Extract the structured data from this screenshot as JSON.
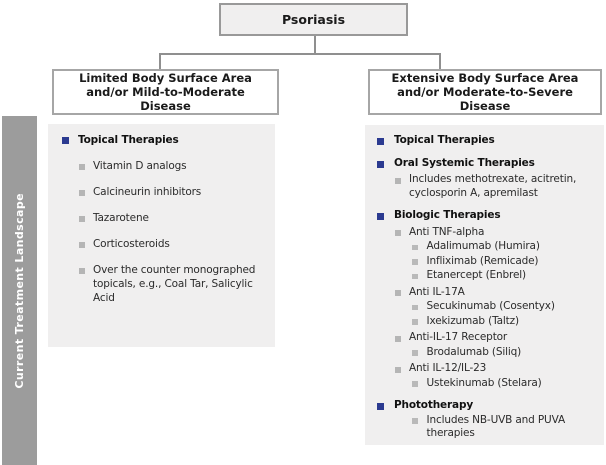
{
  "diagram_title": "Psoriasis",
  "sidebar": {
    "label": "Current Treatment Landscape"
  },
  "root": {
    "label": "Psoriasis"
  },
  "branches": [
    {
      "header_lines": [
        "Limited Body Surface Area",
        "and/or Mild-to-Moderate",
        "Disease"
      ],
      "items": [
        {
          "level": 1,
          "text": "Topical Therapies"
        },
        {
          "level": 2,
          "text": "Vitamin D analogs"
        },
        {
          "level": 2,
          "text": "Calcineurin inhibitors"
        },
        {
          "level": 2,
          "text": "Tazarotene"
        },
        {
          "level": 2,
          "text": "Corticosteroids"
        },
        {
          "level": 2,
          "text": "Over the counter monographed topicals, e.g., Coal Tar, Salicylic Acid"
        }
      ]
    },
    {
      "header_lines": [
        "Extensive Body Surface Area",
        "and/or Moderate-to-Severe",
        "Disease"
      ],
      "items": [
        {
          "level": 1,
          "text": "Topical Therapies"
        },
        {
          "level": 1,
          "text": "Oral Systemic Therapies"
        },
        {
          "level": 2,
          "text": "Includes methotrexate, acitretin, cyclosporin A, apremilast"
        },
        {
          "level": 1,
          "text": "Biologic Therapies"
        },
        {
          "level": 2,
          "text": "Anti TNF-alpha"
        },
        {
          "level": 3,
          "text": "Adalimumab (Humira)"
        },
        {
          "level": 3,
          "text": "Infliximab (Remicade)"
        },
        {
          "level": 3,
          "text": "Etanercept (Enbrel)"
        },
        {
          "level": 2,
          "text": "Anti IL-17A"
        },
        {
          "level": 3,
          "text": "Secukinumab (Cosentyx)"
        },
        {
          "level": 3,
          "text": "Ixekizumab (Taltz)"
        },
        {
          "level": 2,
          "text": "Anti-IL-17 Receptor"
        },
        {
          "level": 3,
          "text": "Brodalumab (Siliq)"
        },
        {
          "level": 2,
          "text": "Anti IL-12/IL-23"
        },
        {
          "level": 3,
          "text": "Ustekinumab (Stelara)"
        },
        {
          "level": 1,
          "text": "Phototherapy"
        },
        {
          "level": 3,
          "text": "Includes NB-UVB and PUVA therapies"
        }
      ]
    }
  ],
  "colors": {
    "primary_bullet": "#2b3a90",
    "sub_bullet": "#b5b5b5",
    "panel_bg": "#f0efef",
    "sidebar_bg": "#9c9c9c",
    "sidebar_text": "#ffffff",
    "box_border": "#a6a6a6",
    "connector": "#8f8f8f"
  }
}
